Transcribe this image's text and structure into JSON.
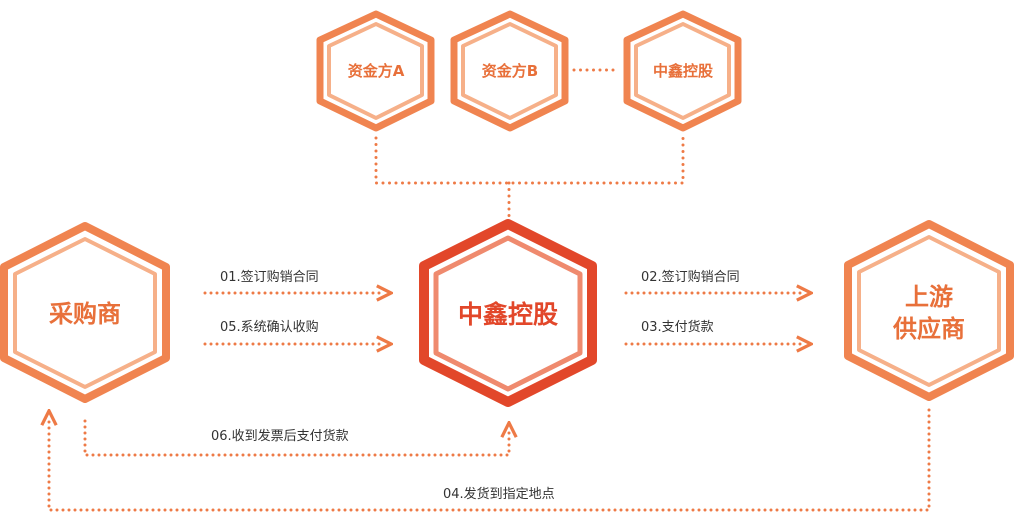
{
  "colors": {
    "hex_outer": "#f08450",
    "hex_inner_ring": "#f6b089",
    "hex_text": "#e8703a",
    "center_outer": "#e2472a",
    "center_inner_ring": "#ef8a6e",
    "center_text": "#e2472a",
    "dots": "#ee7a46",
    "step_text": "#333333"
  },
  "nodes": {
    "funder_a": "资金方A",
    "funder_b": "资金方B",
    "zhongxin_top": "中鑫控股",
    "buyer": "采购商",
    "center": "中鑫控股",
    "supplier_line1": "上游",
    "supplier_line2": "供应商"
  },
  "steps": {
    "s01": "01.签订购销合同",
    "s05": "05.系统确认收购",
    "s02": "02.签订购销合同",
    "s03": "03.支付货款",
    "s06": "06.收到发票后支付货款",
    "s04": "04.发货到指定地点"
  }
}
